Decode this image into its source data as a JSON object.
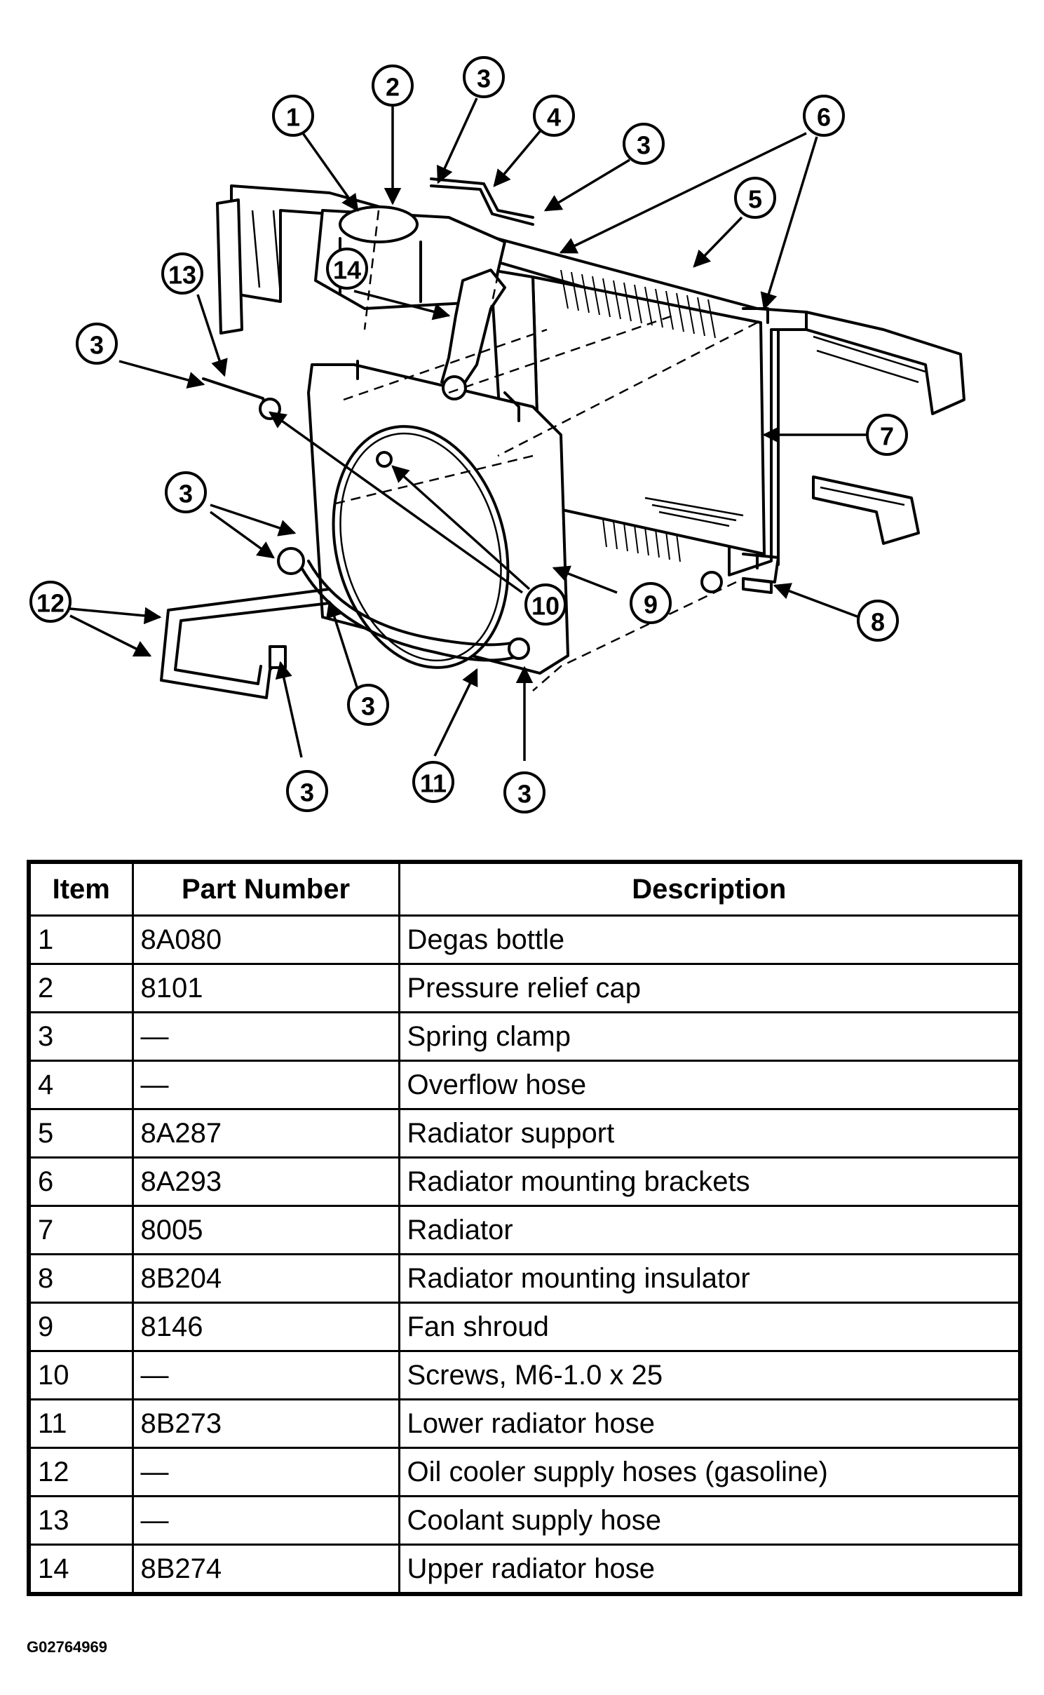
{
  "callouts": {
    "c1": "1",
    "c2": "2",
    "c3a": "3",
    "c4": "4",
    "c3b": "3",
    "c6": "6",
    "c5": "5",
    "c13": "13",
    "c14": "14",
    "c3c": "3",
    "c7": "7",
    "c3d": "3",
    "c12": "12",
    "c10": "10",
    "c9": "9",
    "c8": "8",
    "c3e": "3",
    "c3f": "3",
    "c11": "11",
    "c3g": "3"
  },
  "table": {
    "headers": [
      "Item",
      "Part Number",
      "Description"
    ],
    "rows": [
      [
        "1",
        "8A080",
        "Degas bottle"
      ],
      [
        "2",
        "8101",
        "Pressure relief cap"
      ],
      [
        "3",
        "—",
        "Spring clamp"
      ],
      [
        "4",
        "—",
        "Overflow hose"
      ],
      [
        "5",
        "8A287",
        "Radiator support"
      ],
      [
        "6",
        "8A293",
        "Radiator mounting brackets"
      ],
      [
        "7",
        "8005",
        "Radiator"
      ],
      [
        "8",
        "8B204",
        "Radiator mounting insulator"
      ],
      [
        "9",
        "8146",
        "Fan shroud"
      ],
      [
        "10",
        "—",
        "Screws, M6-1.0 x 25"
      ],
      [
        "11",
        "8B273",
        "Lower radiator hose"
      ],
      [
        "12",
        "—",
        "Oil cooler supply hoses (gasoline)"
      ],
      [
        "13",
        "—",
        "Coolant supply hose"
      ],
      [
        "14",
        "8B274",
        "Upper radiator hose"
      ]
    ]
  },
  "figure_id": "G02764969"
}
